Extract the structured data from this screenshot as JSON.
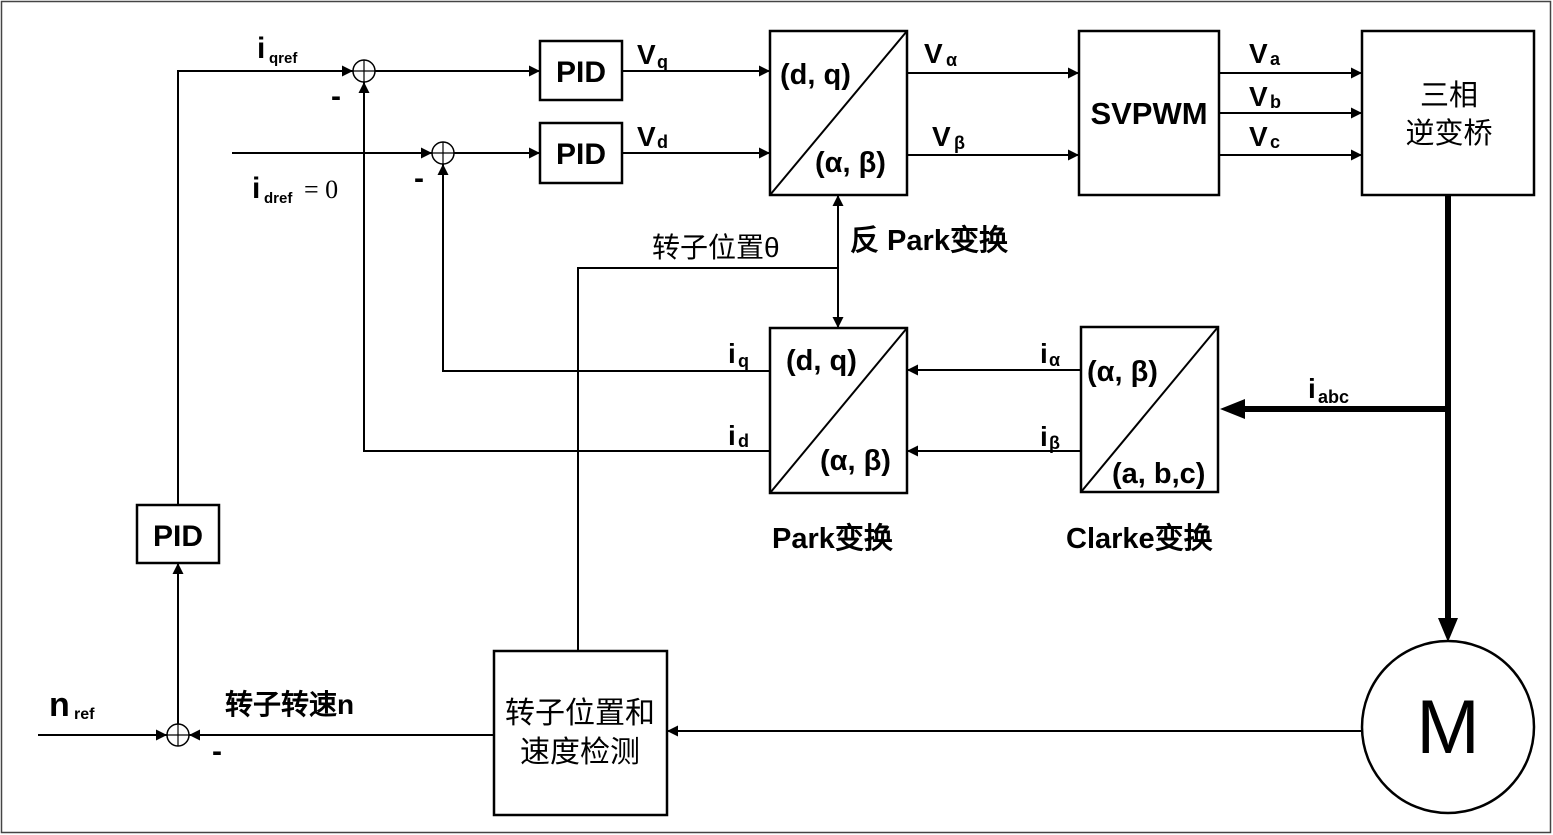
{
  "blocks": {
    "pid_q": {
      "label": "PID"
    },
    "pid_d": {
      "label": "PID"
    },
    "pid_speed": {
      "label": "PID"
    },
    "inverse_park": {
      "top": "(d, q)",
      "bottom": "(α, β)",
      "caption": "反 Park变换"
    },
    "svpwm": {
      "label": "SVPWM"
    },
    "inverter": {
      "line1": "三相",
      "line2": "逆变桥"
    },
    "park": {
      "top": "(d, q)",
      "bottom": "(α, β)",
      "caption": "Park变换"
    },
    "clarke": {
      "top": "(α, β)",
      "bottom": "(a, b,c)",
      "caption": "Clarke变换"
    },
    "detector": {
      "line1": "转子位置和",
      "line2": "速度检测"
    },
    "motor": {
      "label": "M"
    }
  },
  "signals": {
    "iqref": {
      "symbol": "i",
      "sub": "qref"
    },
    "idref": {
      "symbol": "i",
      "sub": "dref",
      "value": "= 0"
    },
    "vq": {
      "symbol": "V",
      "sub": "q"
    },
    "vd": {
      "symbol": "V",
      "sub": "d"
    },
    "v_alpha": {
      "symbol": "V",
      "sub": "α"
    },
    "v_beta": {
      "symbol": "V",
      "sub": "β"
    },
    "va": {
      "symbol": "V",
      "sub": "a"
    },
    "vb": {
      "symbol": "V",
      "sub": "b"
    },
    "vc": {
      "symbol": "V",
      "sub": "c"
    },
    "iq": {
      "symbol": "i",
      "sub": "q"
    },
    "id": {
      "symbol": "i",
      "sub": "d"
    },
    "i_alpha": {
      "symbol": "i",
      "sub": "α"
    },
    "i_beta": {
      "symbol": "i",
      "sub": "β"
    },
    "iabc": {
      "symbol": "i",
      "sub": "abc"
    },
    "nref": {
      "symbol": "n",
      "sub": "ref"
    },
    "rotor_position": "转子位置θ",
    "rotor_speed": "转子转速n"
  },
  "summing_junctions": {
    "q_minus": "-",
    "d_minus": "-",
    "speed_minus": "-"
  }
}
